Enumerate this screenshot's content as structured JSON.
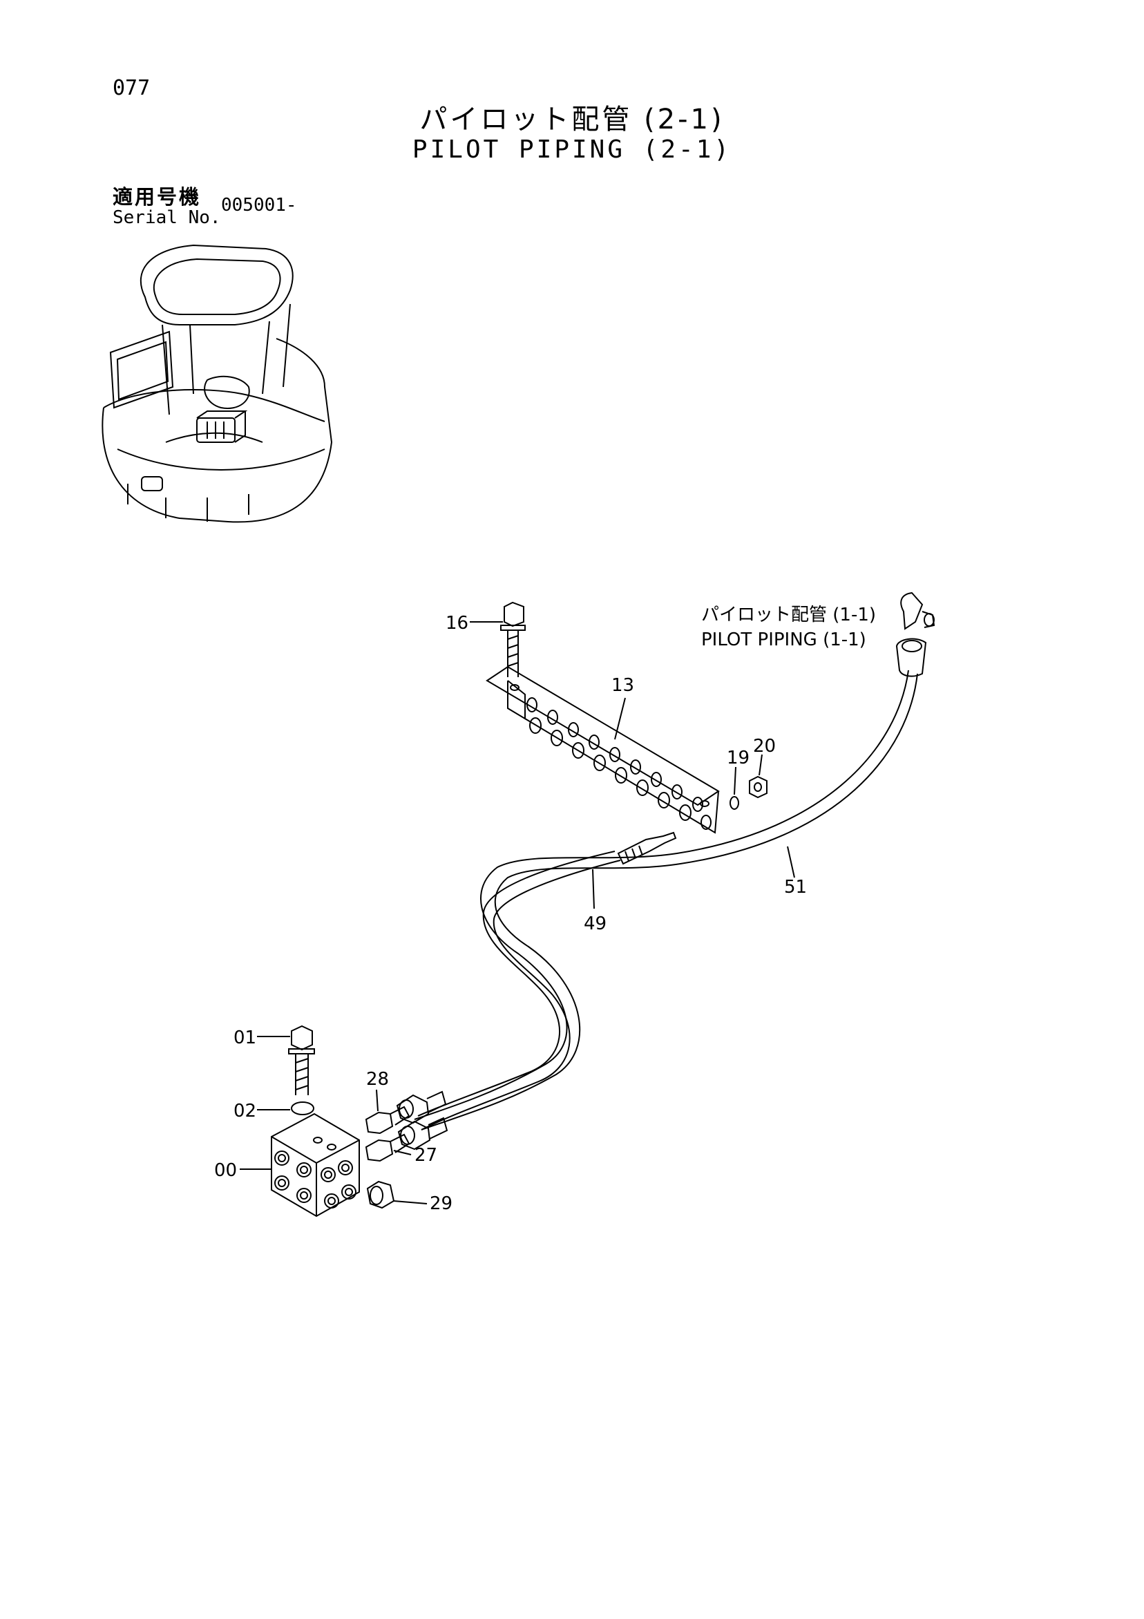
{
  "page_number": "077",
  "title_jp": "パイロット配管 (2-1)",
  "title_en": "PILOT PIPING (2-1)",
  "serial_label_jp": "適用号機",
  "serial_label_en": "Serial No.",
  "serial_value": "005001-",
  "ref_label_jp": "パイロット配管 (1-1)",
  "ref_label_en": "PILOT PIPING (1-1)",
  "parts": {
    "p16": "16",
    "p13": "13",
    "p19": "19",
    "p20": "20",
    "p51": "51",
    "p49": "49",
    "p01": "01",
    "p02": "02",
    "p00": "00",
    "p28": "28",
    "p27": "27",
    "p29": "29"
  }
}
